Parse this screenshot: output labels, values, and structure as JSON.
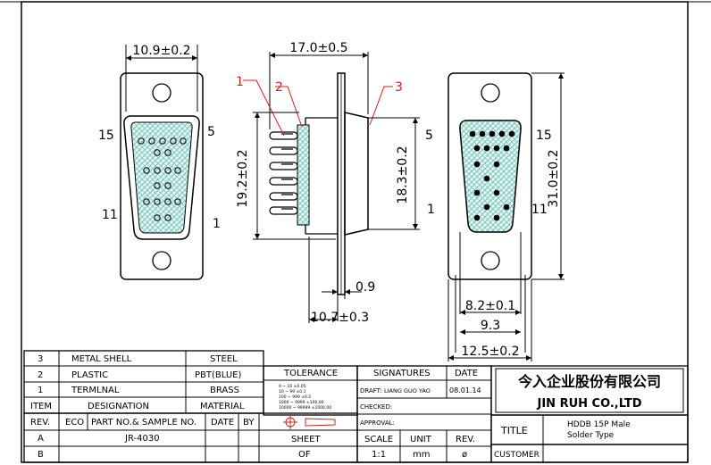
{
  "colors": {
    "line": "#000000",
    "hatch": "#7fc9c0",
    "callout": "#cc2222"
  },
  "front_view": {
    "width_dim": "10.9±0.2",
    "pin_top_left": "15",
    "pin_top_right": "5",
    "pin_bottom_left": "11",
    "pin_bottom_right": "1"
  },
  "side_view": {
    "length_dim": "17.0±0.5",
    "callout_1": "1",
    "callout_2": "2",
    "callout_3": "3",
    "height_dim": "19.2±0.2",
    "shell_height_dim": "18.3±0.2",
    "flange_dim": "0.9",
    "depth_dim": "10.7±0.3"
  },
  "rear_view": {
    "pin_top_left": "5",
    "pin_top_right": "15",
    "pin_bottom_left": "1",
    "pin_bottom_right": "11",
    "inner_dim": "8.2±0.1",
    "pitch_dim": "9.3",
    "width_dim": "12.5±0.2",
    "height_dim": "31.0±0.2"
  },
  "bom": {
    "rows": [
      {
        "item": "3",
        "designation": "METAL SHELL",
        "material": "STEEL"
      },
      {
        "item": "2",
        "designation": "PLASTIC",
        "material": "PBT(BLUE)"
      },
      {
        "item": "1",
        "designation": "TERMLNAL",
        "material": "BRASS"
      }
    ],
    "header": {
      "item": "ITEM",
      "designation": "DESIGNATION",
      "material": "MATERIAL"
    },
    "rev_header": {
      "rev": "REV.",
      "eco": "ECO",
      "part_no": "PART NO.& SAMPLE NO.",
      "date": "DATE",
      "by": "BY"
    },
    "rev_rows": [
      {
        "rev": "A",
        "part_no": "JR-4030"
      },
      {
        "rev": "B",
        "part_no": ""
      }
    ]
  },
  "tolerance": {
    "title": "TOLERANCE",
    "lines": [
      "0 ~ 10    ±0.05",
      "10 ~ 99   ±0.1",
      "100 ~ 999  ±0.2",
      "1000 ~ 9999 ±100.00",
      "10000 ~ 99999 ±1000.00"
    ]
  },
  "signatures": {
    "title": "SIGNATURES",
    "date_label": "DATE",
    "draft_label": "DRAFT:",
    "draft_name": "LIANG GUO YAO",
    "draft_date": "08.01.14",
    "checked_label": "CHECKED:",
    "approval_label": "APPROVAL:"
  },
  "sheet": {
    "label": "SHEET",
    "value": "OF"
  },
  "scale": {
    "label": "SCALE",
    "value": "1:1"
  },
  "unit": {
    "label": "UNIT",
    "value": "mm"
  },
  "rev": {
    "label": "REV.",
    "value": "ø"
  },
  "company": {
    "name_cn": "今入企业股份有限公司",
    "name_en": "JIN RUH CO.,LTD"
  },
  "title": {
    "label": "TITLE",
    "line1": "HDDB 15P Male",
    "line2": "Solder Type"
  },
  "customer": {
    "label": "CUSTOMER",
    "value": ""
  }
}
